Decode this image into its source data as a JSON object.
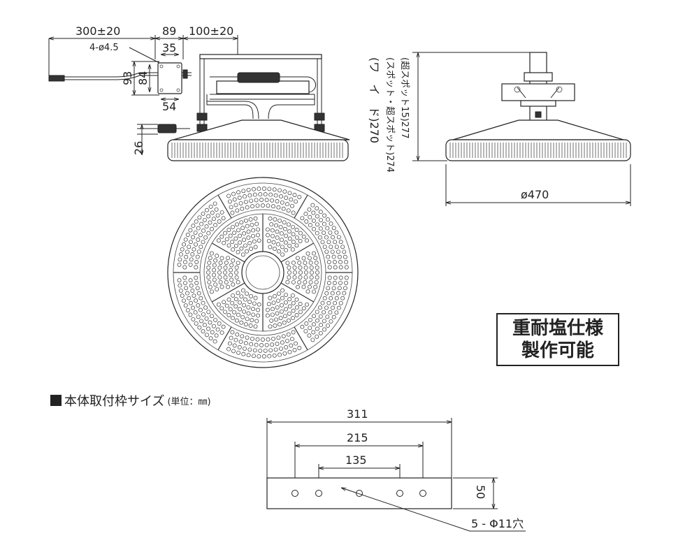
{
  "side_view": {
    "dim_cable": "300±20",
    "dim_box": "89",
    "dim_right": "100±20",
    "dim_holes": "4-ø4.5",
    "dim_35": "35",
    "dim_93": "93",
    "dim_84": "84",
    "dim_54": "54",
    "dim_26": "26"
  },
  "right_view": {
    "height_wide": "(ワ　イ　ド)270",
    "height_spot": "(スポット・超スポット)274",
    "height_superspot": "(超スポット15)277",
    "diameter": "ø470"
  },
  "badge": {
    "line1": "重耐塩仕様",
    "line2": "製作可能"
  },
  "bracket_section": {
    "title": "本体取付枠サイズ",
    "unit": "(単位：㎜)",
    "dim_311": "311",
    "dim_215": "215",
    "dim_135": "135",
    "dim_50": "50",
    "holes_label": "5 - Φ11穴"
  }
}
